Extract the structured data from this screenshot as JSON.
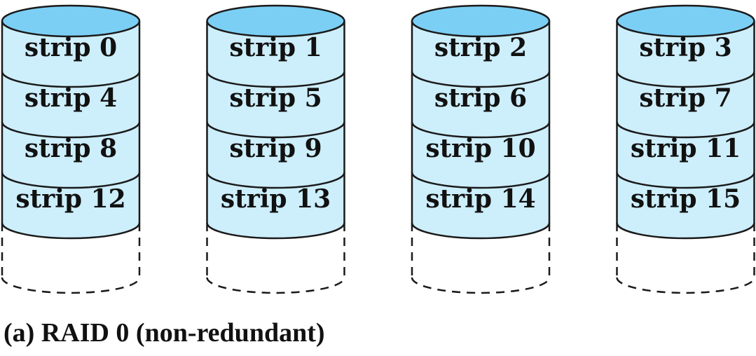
{
  "colors": {
    "disk_fill": "#cdeefb",
    "disk_top": "#7ccff4",
    "outline": "#1a1a1a"
  },
  "disks": [
    {
      "strips": [
        "strip 0",
        "strip 4",
        "strip 8",
        "strip 12"
      ]
    },
    {
      "strips": [
        "strip 1",
        "strip 5",
        "strip 9",
        "strip 13"
      ]
    },
    {
      "strips": [
        "strip 2",
        "strip 6",
        "strip 10",
        "strip 14"
      ]
    },
    {
      "strips": [
        "strip 3",
        "strip 7",
        "strip 11",
        "strip 15"
      ]
    }
  ],
  "caption": "(a) RAID 0 (non-redundant)"
}
